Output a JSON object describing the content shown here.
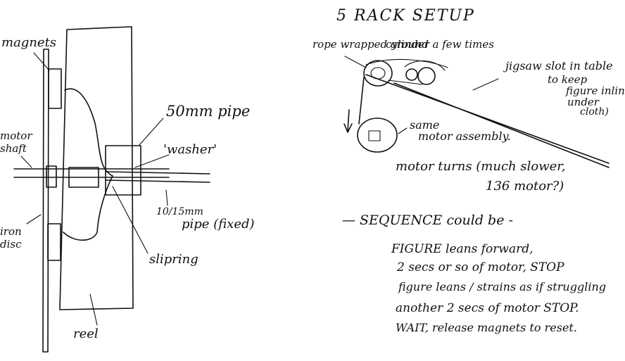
{
  "left_labels": {
    "magnets": "magnets",
    "motor_shaft_1": "motor",
    "motor_shaft_2": "shaft",
    "iron_disc_1": "iron",
    "iron_disc_2": "disc",
    "pipe_50mm": "50mm pipe",
    "washer": "'washer'",
    "pipe_small_1": "10/15mm",
    "pipe_small_2": "pipe (fixed)",
    "slipring": "slipring",
    "reel": "reel"
  },
  "right_header": {
    "title": "5 RACK SETUP",
    "rope_1": "rope wrapped around",
    "rope_2": "cylinder a few times",
    "jigsaw_1": "jigsaw slot in table",
    "jigsaw_2": "to keep",
    "jigsaw_3": "figure inline",
    "jigsaw_4": "under",
    "jigsaw_5": "cloth)",
    "same_1": "same",
    "same_2": "motor assembly.",
    "motor_turns_1": "motor turns (much slower,",
    "motor_turns_2": "136 motor?)"
  },
  "sequence": {
    "heading": "— SEQUENCE could be -",
    "lines": [
      "FIGURE leans forward,",
      "2 secs or so of motor, STOP",
      "figure leans / strains as if struggling",
      "another 2 secs of motor STOP.",
      "WAIT, release magnets to reset."
    ]
  }
}
